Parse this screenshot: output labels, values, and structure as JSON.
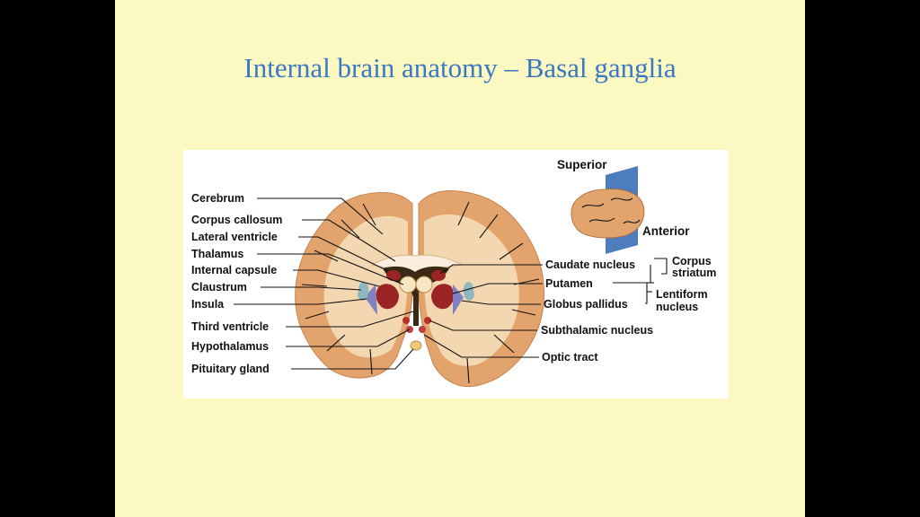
{
  "slide": {
    "title": "Internal brain anatomy – Basal ganglia"
  },
  "figure": {
    "left_labels": {
      "cerebrum": "Cerebrum",
      "corpus_callosum": "Corpus callosum",
      "lateral_ventricle": "Lateral ventricle",
      "thalamus": "Thalamus",
      "internal_capsule": "Internal capsule",
      "claustrum": "Claustrum",
      "insula": "Insula",
      "third_ventricle": "Third ventricle",
      "hypothalamus": "Hypothalamus",
      "pituitary_gland": "Pituitary gland"
    },
    "right_labels": {
      "caudate_nucleus": "Caudate nucleus",
      "putamen": "Putamen",
      "globus_pallidus": "Globus pallidus",
      "subthalamic_nucleus": "Subthalamic nucleus",
      "optic_tract": "Optic tract"
    },
    "groups": {
      "corpus_line1": "Corpus",
      "corpus_line2": "striatum",
      "lentiform_line1": "Lentiform",
      "lentiform_line2": "nucleus"
    },
    "orientation": {
      "superior": "Superior",
      "anterior": "Anterior"
    },
    "colors": {
      "cortex": "#e2a46c",
      "white_matter": "#f3d7b0",
      "basal_nuclei": "#9b2424",
      "globus": "#7e82c0",
      "ventricle": "#3a2a14",
      "inset_plane": "#3b6fb6"
    }
  }
}
